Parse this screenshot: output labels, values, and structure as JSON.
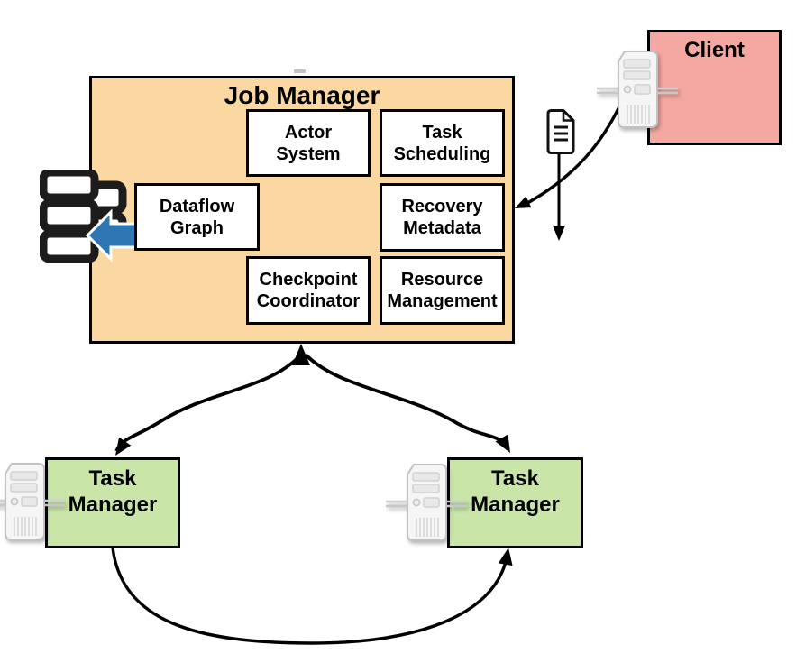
{
  "diagram": {
    "client": {
      "label": "Client",
      "fill": "#F5A8A2"
    },
    "job_manager": {
      "title": "Job Manager",
      "fill": "#FBD7A1",
      "components": [
        {
          "label": "Actor System"
        },
        {
          "label": "Task Scheduling"
        },
        {
          "label": "Dataflow Graph"
        },
        {
          "label": "Recovery Metadata"
        },
        {
          "label": "Checkpoint Coordinator"
        },
        {
          "label": "Resource Management"
        }
      ]
    },
    "task_managers": [
      {
        "label": "Task Manager"
      },
      {
        "label": "Task Manager"
      }
    ],
    "icons": {
      "client_machine": "server-icon",
      "task_manager_machines": "server-icon",
      "job_graph_file": "document-icon",
      "record_stack": "stack-icon",
      "dataflow_output": "left-arrow-icon"
    },
    "colors": {
      "client_fill": "#F5A8A2",
      "job_manager_fill": "#FBD7A1",
      "task_manager_fill": "#C9E6A8",
      "arrow_blue": "#2F76B5",
      "outline": "#000000"
    }
  }
}
